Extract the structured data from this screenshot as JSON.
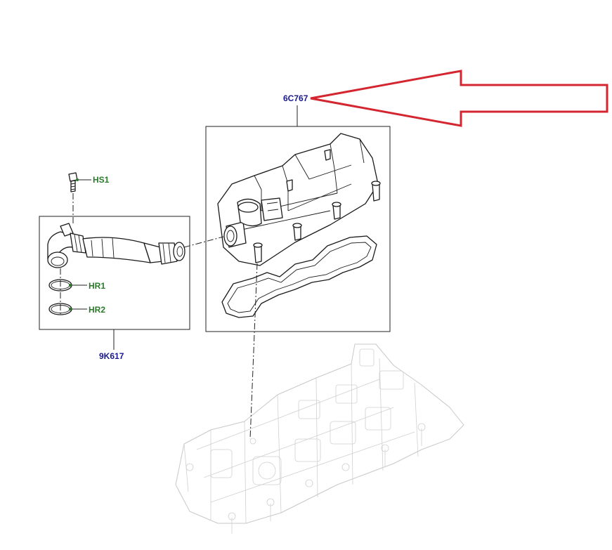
{
  "callouts": {
    "cover": {
      "text": "6C767",
      "color": "#1a1a8c"
    },
    "hose": {
      "text": "9K617",
      "color": "#1a1a8c"
    },
    "screw": {
      "text": "HS1",
      "color": "#2a7a2a"
    },
    "ring1": {
      "text": "HR1",
      "color": "#2a7a2a"
    },
    "ring2": {
      "text": "HR2",
      "color": "#2a7a2a"
    }
  },
  "arrow": {
    "color": "#d42630",
    "points_to": "6C767"
  }
}
